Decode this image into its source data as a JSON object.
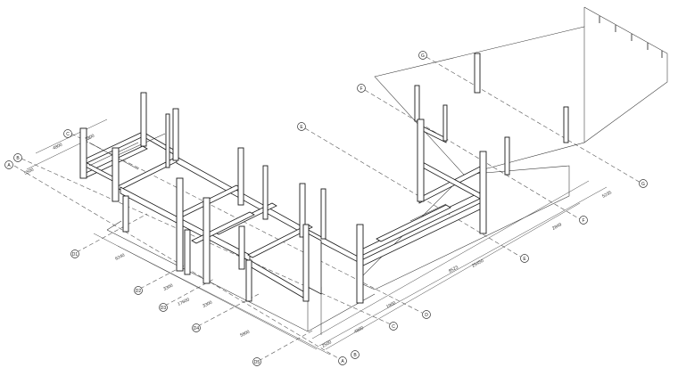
{
  "grid_bubbles": [
    {
      "id": "bubble-g",
      "label": "G"
    },
    {
      "id": "bubble-f-top",
      "label": "F"
    },
    {
      "id": "bubble-e-top",
      "label": "E"
    },
    {
      "id": "bubble-c-left",
      "label": "C"
    },
    {
      "id": "bubble-b-left",
      "label": "B"
    },
    {
      "id": "bubble-a-left",
      "label": "A"
    },
    {
      "id": "bubble-d1",
      "label": "D1"
    },
    {
      "id": "bubble-d2",
      "label": "D2"
    },
    {
      "id": "bubble-d3",
      "label": "D3"
    },
    {
      "id": "bubble-d4",
      "label": "D4"
    },
    {
      "id": "bubble-d5",
      "label": "D5"
    },
    {
      "id": "bubble-g-right",
      "label": "G"
    },
    {
      "id": "bubble-f-right",
      "label": "F"
    },
    {
      "id": "bubble-e-right",
      "label": "E"
    },
    {
      "id": "bubble-d-right",
      "label": "D"
    },
    {
      "id": "bubble-c-right",
      "label": "C"
    },
    {
      "id": "bubble-b-right",
      "label": "B"
    },
    {
      "id": "bubble-a-right",
      "label": "A"
    }
  ],
  "dimensions": [
    {
      "id": "dim-4800-left",
      "value": "4800"
    },
    {
      "id": "dim-1900-left",
      "value": "1900"
    },
    {
      "id": "dim-5500-left",
      "value": "5500"
    },
    {
      "id": "dim-6240",
      "value": "6240"
    },
    {
      "id": "dim-3300a",
      "value": "3300"
    },
    {
      "id": "dim-17600",
      "value": "17600"
    },
    {
      "id": "dim-3300b",
      "value": "3300"
    },
    {
      "id": "dim-5800",
      "value": "5800"
    },
    {
      "id": "dim-5235",
      "value": "5235"
    },
    {
      "id": "dim-2849",
      "value": "2849"
    },
    {
      "id": "dim-8523",
      "value": "8523"
    },
    {
      "id": "dim-25450",
      "value": "25450"
    },
    {
      "id": "dim-1900-right",
      "value": "1900"
    },
    {
      "id": "dim-4800-right",
      "value": "4800"
    },
    {
      "id": "dim-2500",
      "value": "2500"
    }
  ]
}
